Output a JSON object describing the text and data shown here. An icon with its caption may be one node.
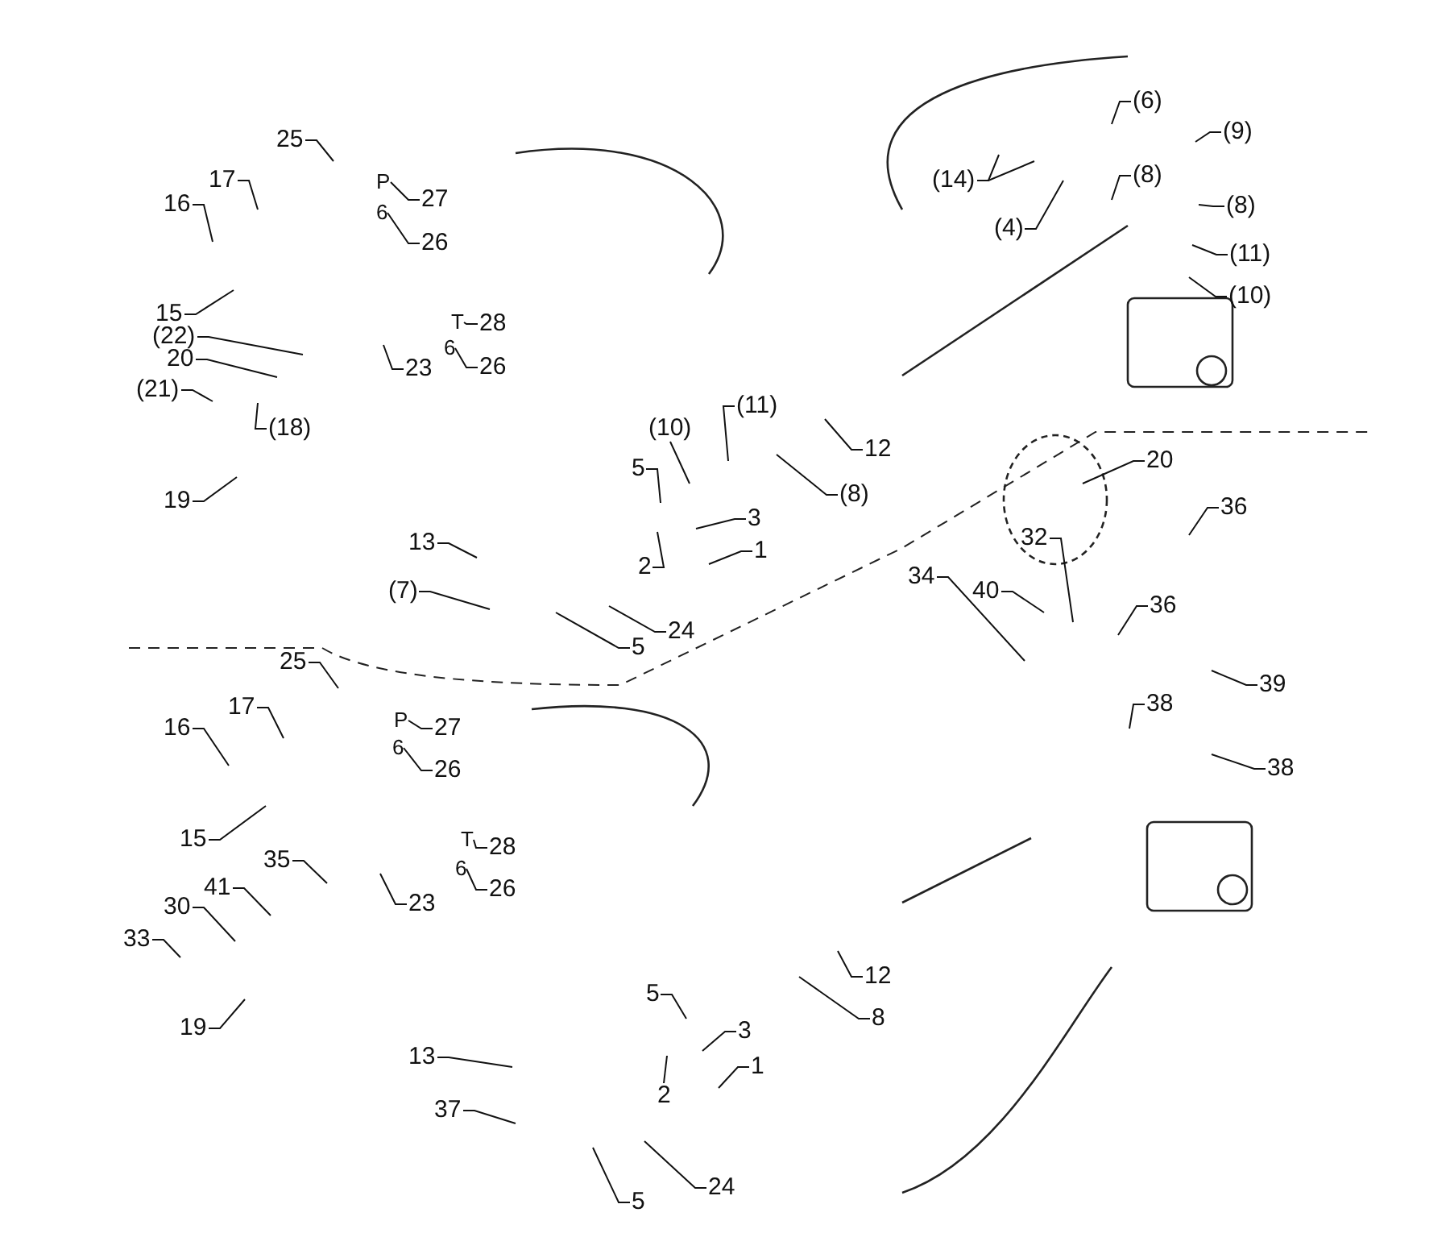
{
  "diagram": {
    "nodes": [
      {
        "text": [
          "25"
        ]
      },
      {
        "text": [
          "17"
        ]
      },
      {
        "text": [
          "16"
        ]
      },
      {
        "text": [
          "27"
        ]
      },
      {
        "text": [
          "26"
        ]
      },
      {
        "text": [
          "15"
        ]
      },
      {
        "text": [
          "28"
        ]
      },
      {
        "text": [
          "(22)"
        ]
      },
      {
        "text": [
          "26"
        ]
      },
      {
        "text": [
          "20"
        ]
      },
      {
        "text": [
          "23"
        ]
      },
      {
        "text": [
          "(21)"
        ]
      },
      {
        "text": [
          "(18)"
        ]
      },
      {
        "text": [
          "19"
        ]
      },
      {
        "text": [
          "(6)"
        ]
      },
      {
        "text": [
          "(9)"
        ]
      },
      {
        "text": [
          "(14)"
        ]
      },
      {
        "text": [
          "(8)"
        ]
      },
      {
        "text": [
          "(4)"
        ]
      },
      {
        "text": [
          "(8)"
        ]
      },
      {
        "text": [
          "(11)"
        ]
      },
      {
        "text": [
          "(10)"
        ]
      },
      {
        "text": [
          "12"
        ]
      },
      {
        "text": [
          "(11)"
        ]
      },
      {
        "text": [
          "(10)"
        ]
      },
      {
        "text": [
          "(8)"
        ]
      },
      {
        "text": [
          "5"
        ]
      },
      {
        "text": [
          "3"
        ]
      },
      {
        "text": [
          "1"
        ]
      },
      {
        "text": [
          "2"
        ]
      },
      {
        "text": [
          "13"
        ]
      },
      {
        "text": [
          "(7)"
        ]
      },
      {
        "text": [
          "24"
        ]
      },
      {
        "text": [
          "5"
        ]
      },
      {
        "text": [
          "20"
        ]
      },
      {
        "text": [
          "36"
        ]
      },
      {
        "text": [
          "32"
        ]
      },
      {
        "text": [
          "34"
        ]
      },
      {
        "text": [
          "40"
        ]
      },
      {
        "text": [
          "36"
        ]
      },
      {
        "text": [
          "39"
        ]
      },
      {
        "text": [
          "38"
        ]
      },
      {
        "text": [
          "38"
        ]
      },
      {
        "text": [
          "25"
        ]
      },
      {
        "text": [
          "17"
        ]
      },
      {
        "text": [
          "16"
        ]
      },
      {
        "text": [
          "27"
        ]
      },
      {
        "text": [
          "26"
        ]
      },
      {
        "text": [
          "15"
        ]
      },
      {
        "text": [
          "35"
        ]
      },
      {
        "text": [
          "28"
        ]
      },
      {
        "text": [
          "23"
        ]
      },
      {
        "text": [
          "26"
        ]
      },
      {
        "text": [
          "41"
        ]
      },
      {
        "text": [
          "30"
        ]
      },
      {
        "text": [
          "33"
        ]
      },
      {
        "text": [
          "19"
        ]
      },
      {
        "text": [
          "5"
        ]
      },
      {
        "text": [
          "3"
        ]
      },
      {
        "text": [
          "12"
        ]
      },
      {
        "text": [
          "8"
        ]
      },
      {
        "text": [
          "13"
        ]
      },
      {
        "text": [
          "1"
        ]
      },
      {
        "text": [
          "2"
        ]
      },
      {
        "text": [
          "37"
        ]
      },
      {
        "text": [
          "24"
        ]
      },
      {
        "text": [
          "5"
        ]
      },
      {
        "text": [
          "P"
        ]
      },
      {
        "text": [
          "6"
        ]
      },
      {
        "text": [
          "T"
        ]
      },
      {
        "text": [
          "6"
        ]
      },
      {
        "text": [
          "P"
        ]
      },
      {
        "text": [
          "6"
        ]
      },
      {
        "text": [
          "T"
        ]
      },
      {
        "text": [
          "6"
        ]
      }
    ],
    "edges": [
      {
        "from": 0,
        "to": null,
        "arrow": "none"
      },
      {
        "from": 1,
        "to": null,
        "arrow": "none"
      },
      {
        "from": 2,
        "to": null,
        "arrow": "none"
      },
      {
        "from": 3,
        "to": 67,
        "arrow": "none"
      },
      {
        "from": 4,
        "to": 68,
        "arrow": "none"
      },
      {
        "from": 5,
        "to": null,
        "arrow": "none"
      },
      {
        "from": 6,
        "to": 69,
        "arrow": "none"
      },
      {
        "from": 7,
        "to": null,
        "arrow": "none"
      },
      {
        "from": 8,
        "to": 70,
        "arrow": "none"
      },
      {
        "from": 9,
        "to": null,
        "arrow": "none"
      },
      {
        "from": 10,
        "to": null,
        "arrow": "none"
      },
      {
        "from": 11,
        "to": null,
        "arrow": "none"
      },
      {
        "from": 12,
        "to": null,
        "arrow": "none"
      },
      {
        "from": 13,
        "to": null,
        "arrow": "none"
      },
      {
        "from": 14,
        "to": null,
        "arrow": "none"
      },
      {
        "from": 15,
        "to": null,
        "arrow": "none"
      },
      {
        "from": 16,
        "to": null,
        "arrow": "none"
      },
      {
        "from": 16,
        "to": null,
        "arrow": "none"
      },
      {
        "from": 17,
        "to": null,
        "arrow": "none"
      },
      {
        "from": 18,
        "to": null,
        "arrow": "none"
      },
      {
        "from": 19,
        "to": null,
        "arrow": "none"
      },
      {
        "from": 20,
        "to": null,
        "arrow": "none"
      },
      {
        "from": 21,
        "to": null,
        "arrow": "none"
      },
      {
        "from": 22,
        "to": null,
        "arrow": "none"
      },
      {
        "from": 23,
        "to": null,
        "arrow": "none"
      },
      {
        "from": 24,
        "to": null,
        "arrow": "none"
      },
      {
        "from": 25,
        "to": null,
        "arrow": "none"
      },
      {
        "from": 26,
        "to": null,
        "arrow": "none"
      },
      {
        "from": 27,
        "to": null,
        "arrow": "none"
      },
      {
        "from": 28,
        "to": null,
        "arrow": "none"
      },
      {
        "from": 29,
        "to": null,
        "arrow": "none"
      },
      {
        "from": 30,
        "to": null,
        "arrow": "none"
      },
      {
        "from": 31,
        "to": null,
        "arrow": "none"
      },
      {
        "from": 32,
        "to": null,
        "arrow": "none"
      },
      {
        "from": 33,
        "to": null,
        "arrow": "none"
      },
      {
        "from": 34,
        "to": null,
        "arrow": "none"
      },
      {
        "from": 35,
        "to": null,
        "arrow": "none"
      },
      {
        "from": 36,
        "to": null,
        "arrow": "none"
      },
      {
        "from": 37,
        "to": null,
        "arrow": "none"
      },
      {
        "from": 38,
        "to": null,
        "arrow": "none"
      },
      {
        "from": 39,
        "to": null,
        "arrow": "none"
      },
      {
        "from": 40,
        "to": null,
        "arrow": "none"
      },
      {
        "from": 41,
        "to": null,
        "arrow": "none"
      },
      {
        "from": 42,
        "to": null,
        "arrow": "none"
      },
      {
        "from": 43,
        "to": null,
        "arrow": "none"
      },
      {
        "from": 44,
        "to": null,
        "arrow": "none"
      },
      {
        "from": 45,
        "to": null,
        "arrow": "none"
      },
      {
        "from": 46,
        "to": 71,
        "arrow": "none"
      },
      {
        "from": 47,
        "to": 72,
        "arrow": "none"
      },
      {
        "from": 48,
        "to": null,
        "arrow": "none"
      },
      {
        "from": 49,
        "to": null,
        "arrow": "none"
      },
      {
        "from": 50,
        "to": 73,
        "arrow": "none"
      },
      {
        "from": 51,
        "to": null,
        "arrow": "none"
      },
      {
        "from": 52,
        "to": 74,
        "arrow": "none"
      },
      {
        "from": 53,
        "to": null,
        "arrow": "none"
      },
      {
        "from": 54,
        "to": null,
        "arrow": "none"
      },
      {
        "from": 55,
        "to": null,
        "arrow": "none"
      },
      {
        "from": 56,
        "to": null,
        "arrow": "none"
      },
      {
        "from": 57,
        "to": null,
        "arrow": "none"
      },
      {
        "from": 58,
        "to": null,
        "arrow": "none"
      },
      {
        "from": 59,
        "to": null,
        "arrow": "none"
      },
      {
        "from": 60,
        "to": null,
        "arrow": "none"
      },
      {
        "from": 61,
        "to": null,
        "arrow": "none"
      },
      {
        "from": 62,
        "to": null,
        "arrow": "none"
      },
      {
        "from": 63,
        "to": null,
        "arrow": "none"
      },
      {
        "from": 64,
        "to": null,
        "arrow": "none"
      },
      {
        "from": 65,
        "to": null,
        "arrow": "none"
      },
      {
        "from": 66,
        "to": null,
        "arrow": "none"
      }
    ]
  }
}
